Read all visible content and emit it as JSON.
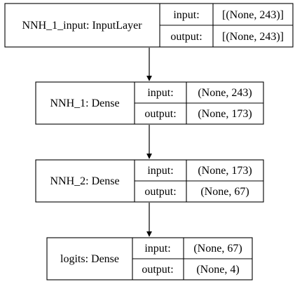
{
  "layers": [
    {
      "name": "NNH_1_input: InputLayer",
      "input_label": "input:",
      "input_value": "[(None, 243)]",
      "output_label": "output:",
      "output_value": "[(None, 243)]"
    },
    {
      "name": "NNH_1: Dense",
      "input_label": "input:",
      "input_value": "(None, 243)",
      "output_label": "output:",
      "output_value": "(None, 173)"
    },
    {
      "name": "NNH_2: Dense",
      "input_label": "input:",
      "input_value": "(None, 173)",
      "output_label": "output:",
      "output_value": "(None, 67)"
    },
    {
      "name": "logits: Dense",
      "input_label": "input:",
      "input_value": "(None, 67)",
      "output_label": "output:",
      "output_value": "(None, 4)"
    }
  ],
  "edges": [
    {
      "from": "NNH_1_input: InputLayer",
      "to": "NNH_1: Dense"
    },
    {
      "from": "NNH_1: Dense",
      "to": "NNH_2: Dense"
    },
    {
      "from": "NNH_2: Dense",
      "to": "logits: Dense"
    }
  ]
}
